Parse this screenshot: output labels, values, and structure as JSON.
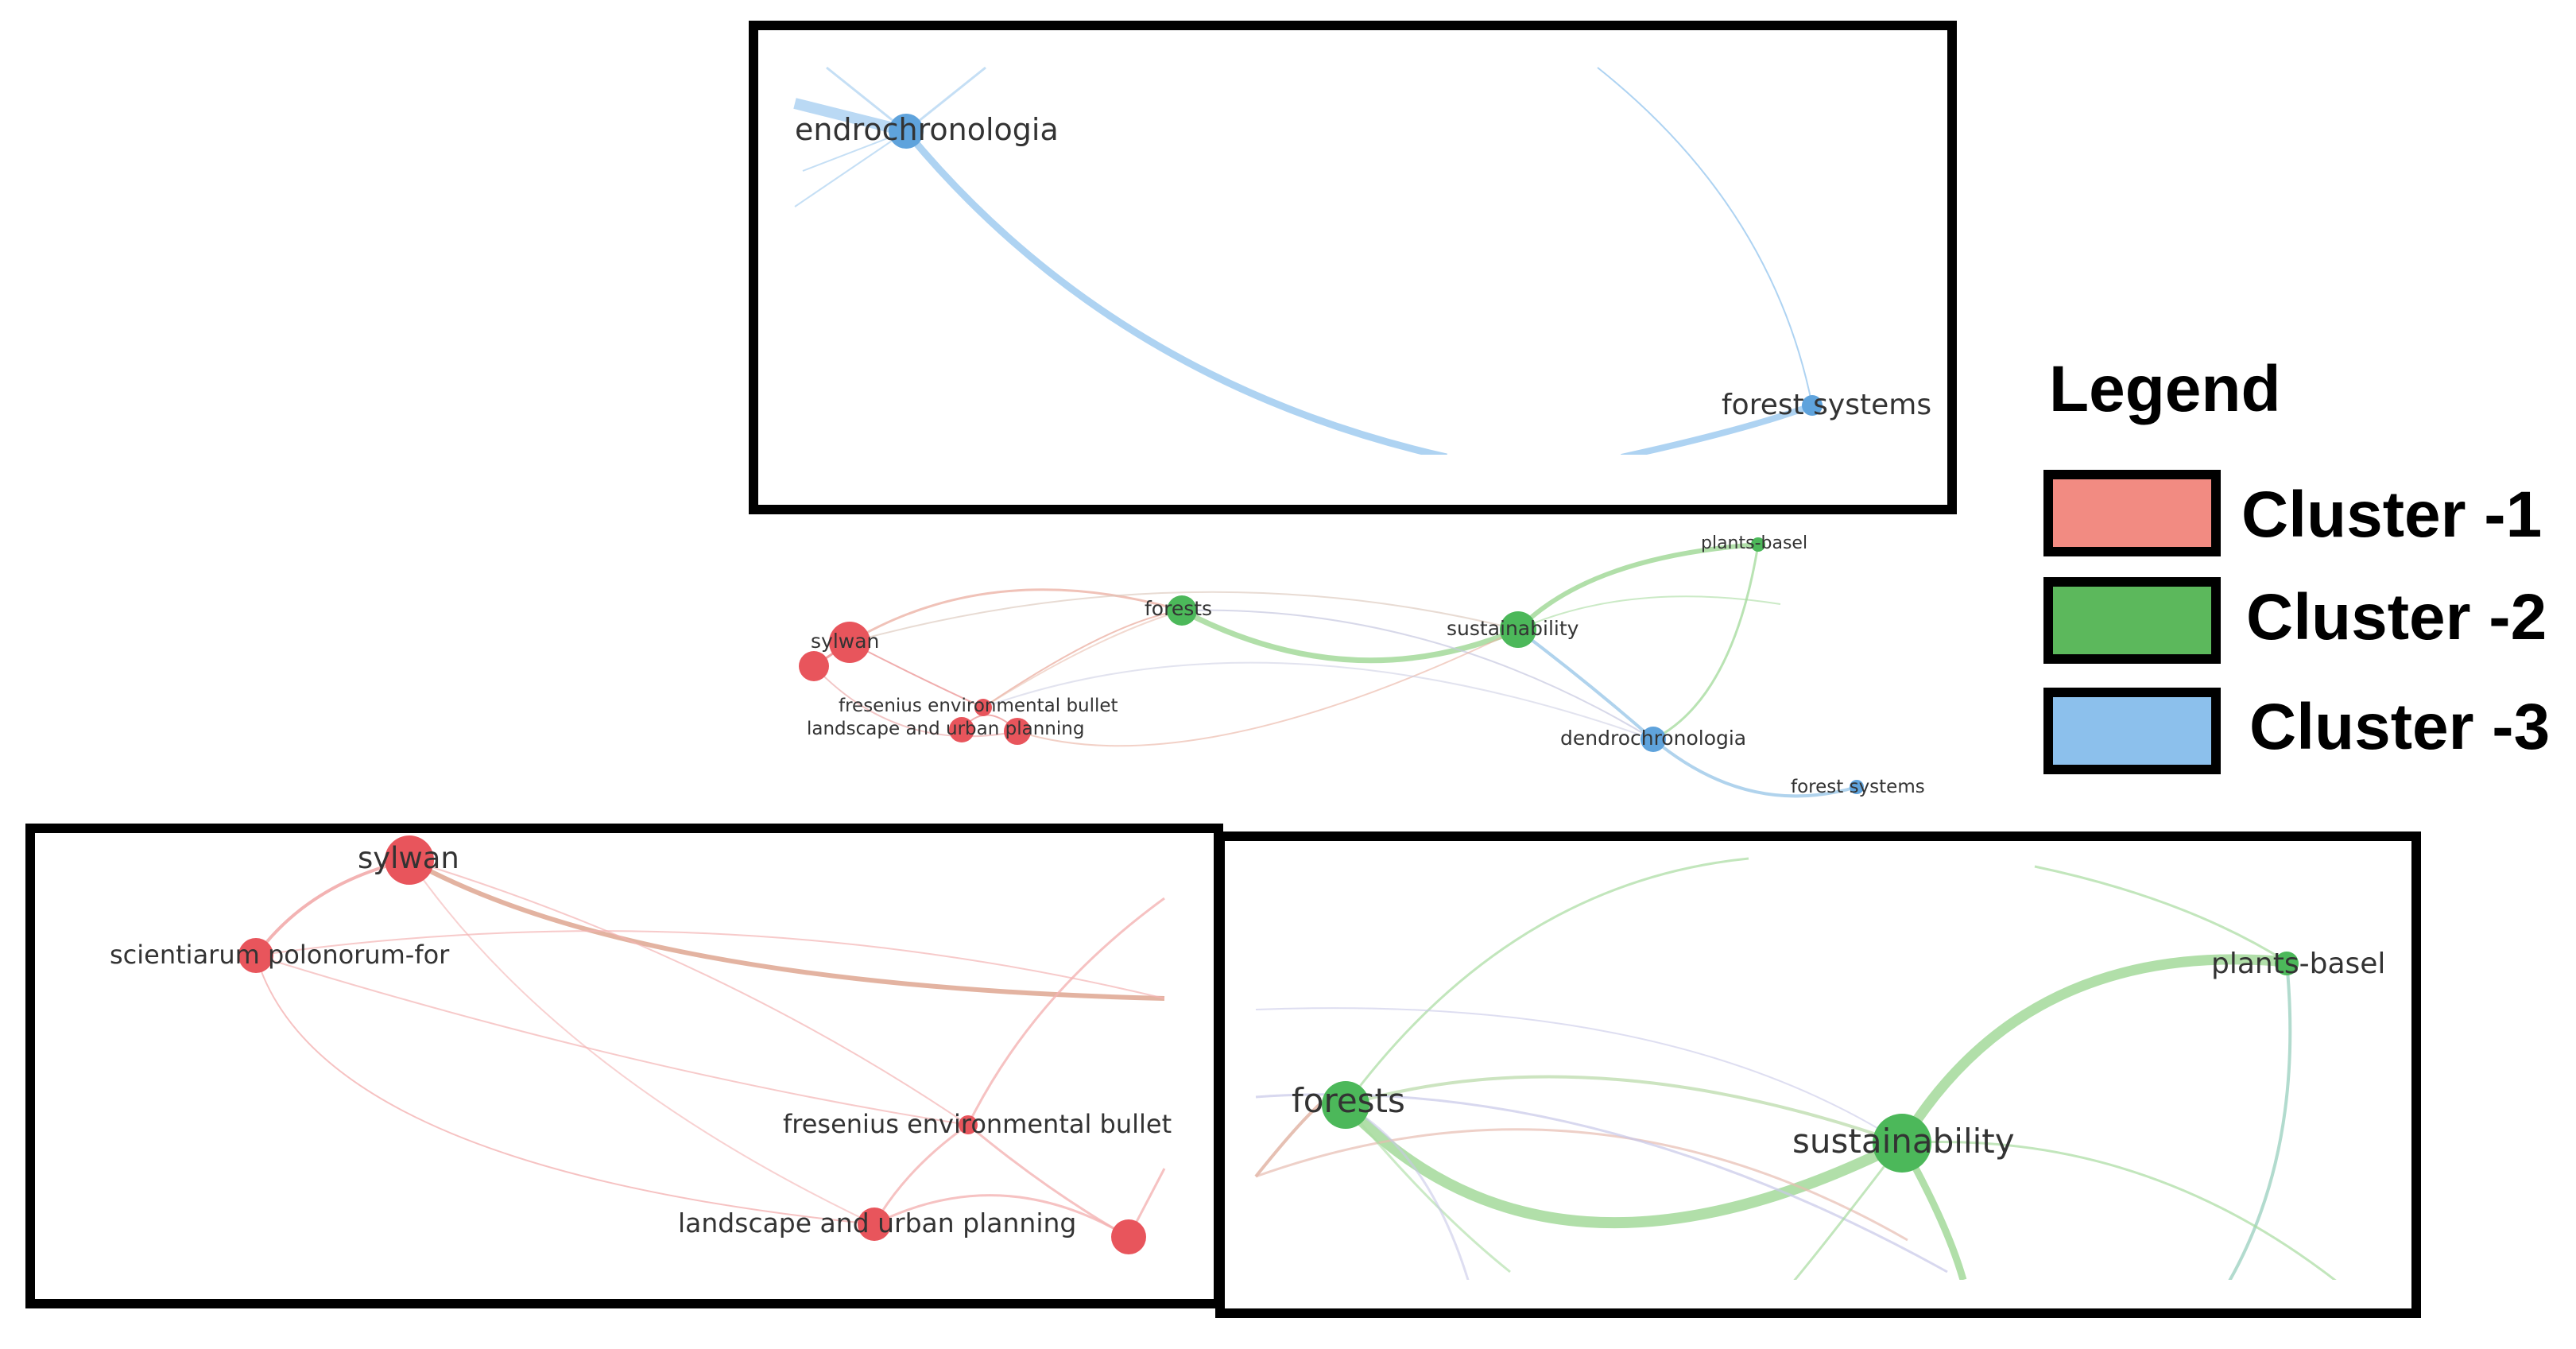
{
  "colors": {
    "cluster1": "#f28b82",
    "cluster1_node": "#e8555c",
    "cluster2": "#5cb85c",
    "cluster2_node": "#4cb85a",
    "cluster3": "#8cc0ec",
    "cluster3_node": "#5fa3dc",
    "frame": "#000000"
  },
  "legend": {
    "title": "Legend",
    "items": [
      {
        "label": "Cluster -1",
        "color": "#f28b82"
      },
      {
        "label": "Cluster -2",
        "color": "#5cb85c"
      },
      {
        "label": "Cluster -3",
        "color": "#8cc0ec"
      }
    ]
  },
  "overview": {
    "nodes": [
      {
        "id": "sylwan",
        "label": "sylwan",
        "cluster": 1
      },
      {
        "id": "scientiarum",
        "label": "",
        "cluster": 1
      },
      {
        "id": "fresenius",
        "label": "fresenius environmental bullet",
        "cluster": 1
      },
      {
        "id": "landscape",
        "label": "landscape and urban planning",
        "cluster": 1
      },
      {
        "id": "forests",
        "label": "forests",
        "cluster": 2
      },
      {
        "id": "sustainability",
        "label": "sustainability",
        "cluster": 2
      },
      {
        "id": "plants-basel",
        "label": "plants-basel",
        "cluster": 2
      },
      {
        "id": "dendrochronologia",
        "label": "dendrochronologia",
        "cluster": 3
      },
      {
        "id": "forest-systems",
        "label": "forest systems",
        "cluster": 3
      }
    ]
  },
  "zoom_cluster3": {
    "labels": [
      "endrochronologia",
      "forest systems"
    ]
  },
  "zoom_cluster1": {
    "labels": [
      "sylwan",
      "scientiarum polonorum-for",
      "fresenius environmental bullet",
      "landscape and urban planning"
    ]
  },
  "zoom_cluster2": {
    "labels": [
      "forests",
      "sustainability",
      "plants-basel"
    ]
  }
}
